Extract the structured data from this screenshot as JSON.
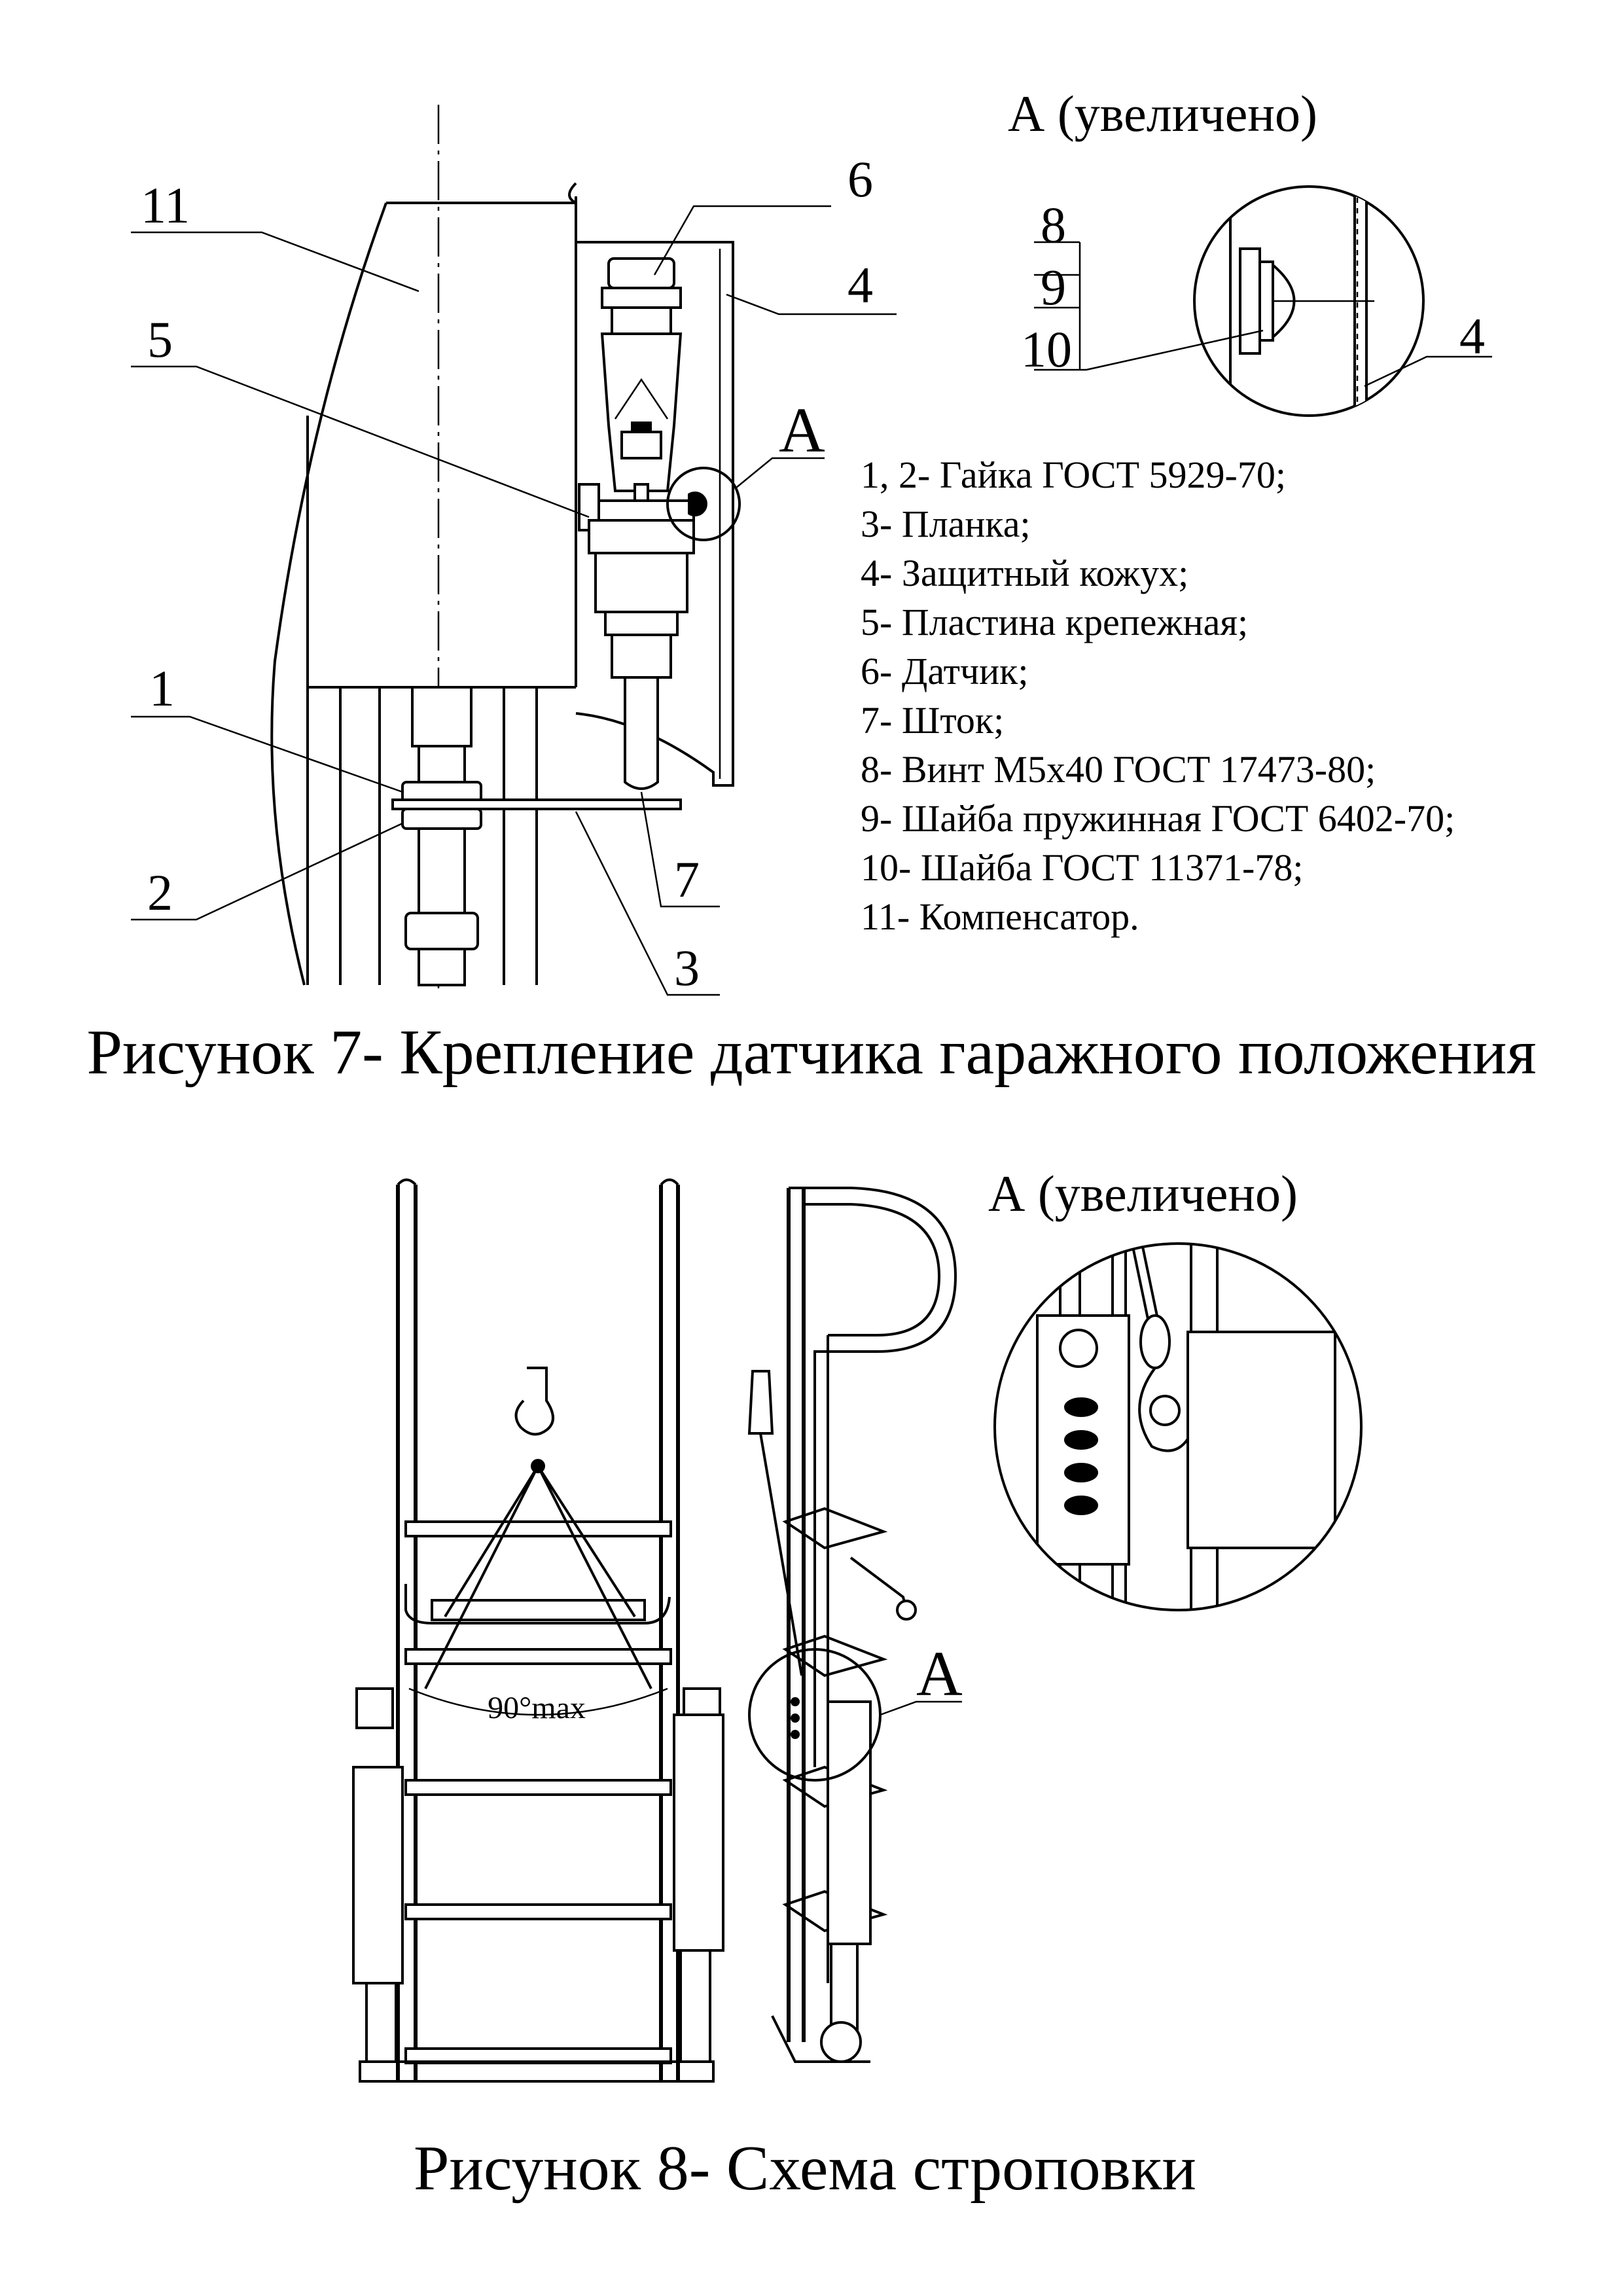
{
  "figure7": {
    "caption": "Рисунок 7- Крепление датчика гаражного положения",
    "view_label": "А (увеличено)",
    "section_marker": "А",
    "callouts": [
      "1",
      "2",
      "3",
      "4",
      "5",
      "6",
      "7",
      "8",
      "9",
      "10",
      "11"
    ],
    "detail_callouts": [
      "8",
      "9",
      "10",
      "4"
    ],
    "legend": [
      "1, 2- Гайка ГОСТ 5929-70;",
      "3- Планка;",
      "4- Защитный кожух;",
      "5- Пластина крепежная;",
      "6- Датчик;",
      "7- Шток;",
      "8- Винт М5х40 ГОСТ 17473-80;",
      "9- Шайба пружинная ГОСТ 6402-70;",
      "10- Шайба ГОСТ 11371-78;",
      "11- Компенсатор."
    ]
  },
  "figure8": {
    "caption": "Рисунок 8- Схема строповки",
    "view_label": "А (увеличено)",
    "section_marker": "А",
    "angle_label": "90°max"
  }
}
